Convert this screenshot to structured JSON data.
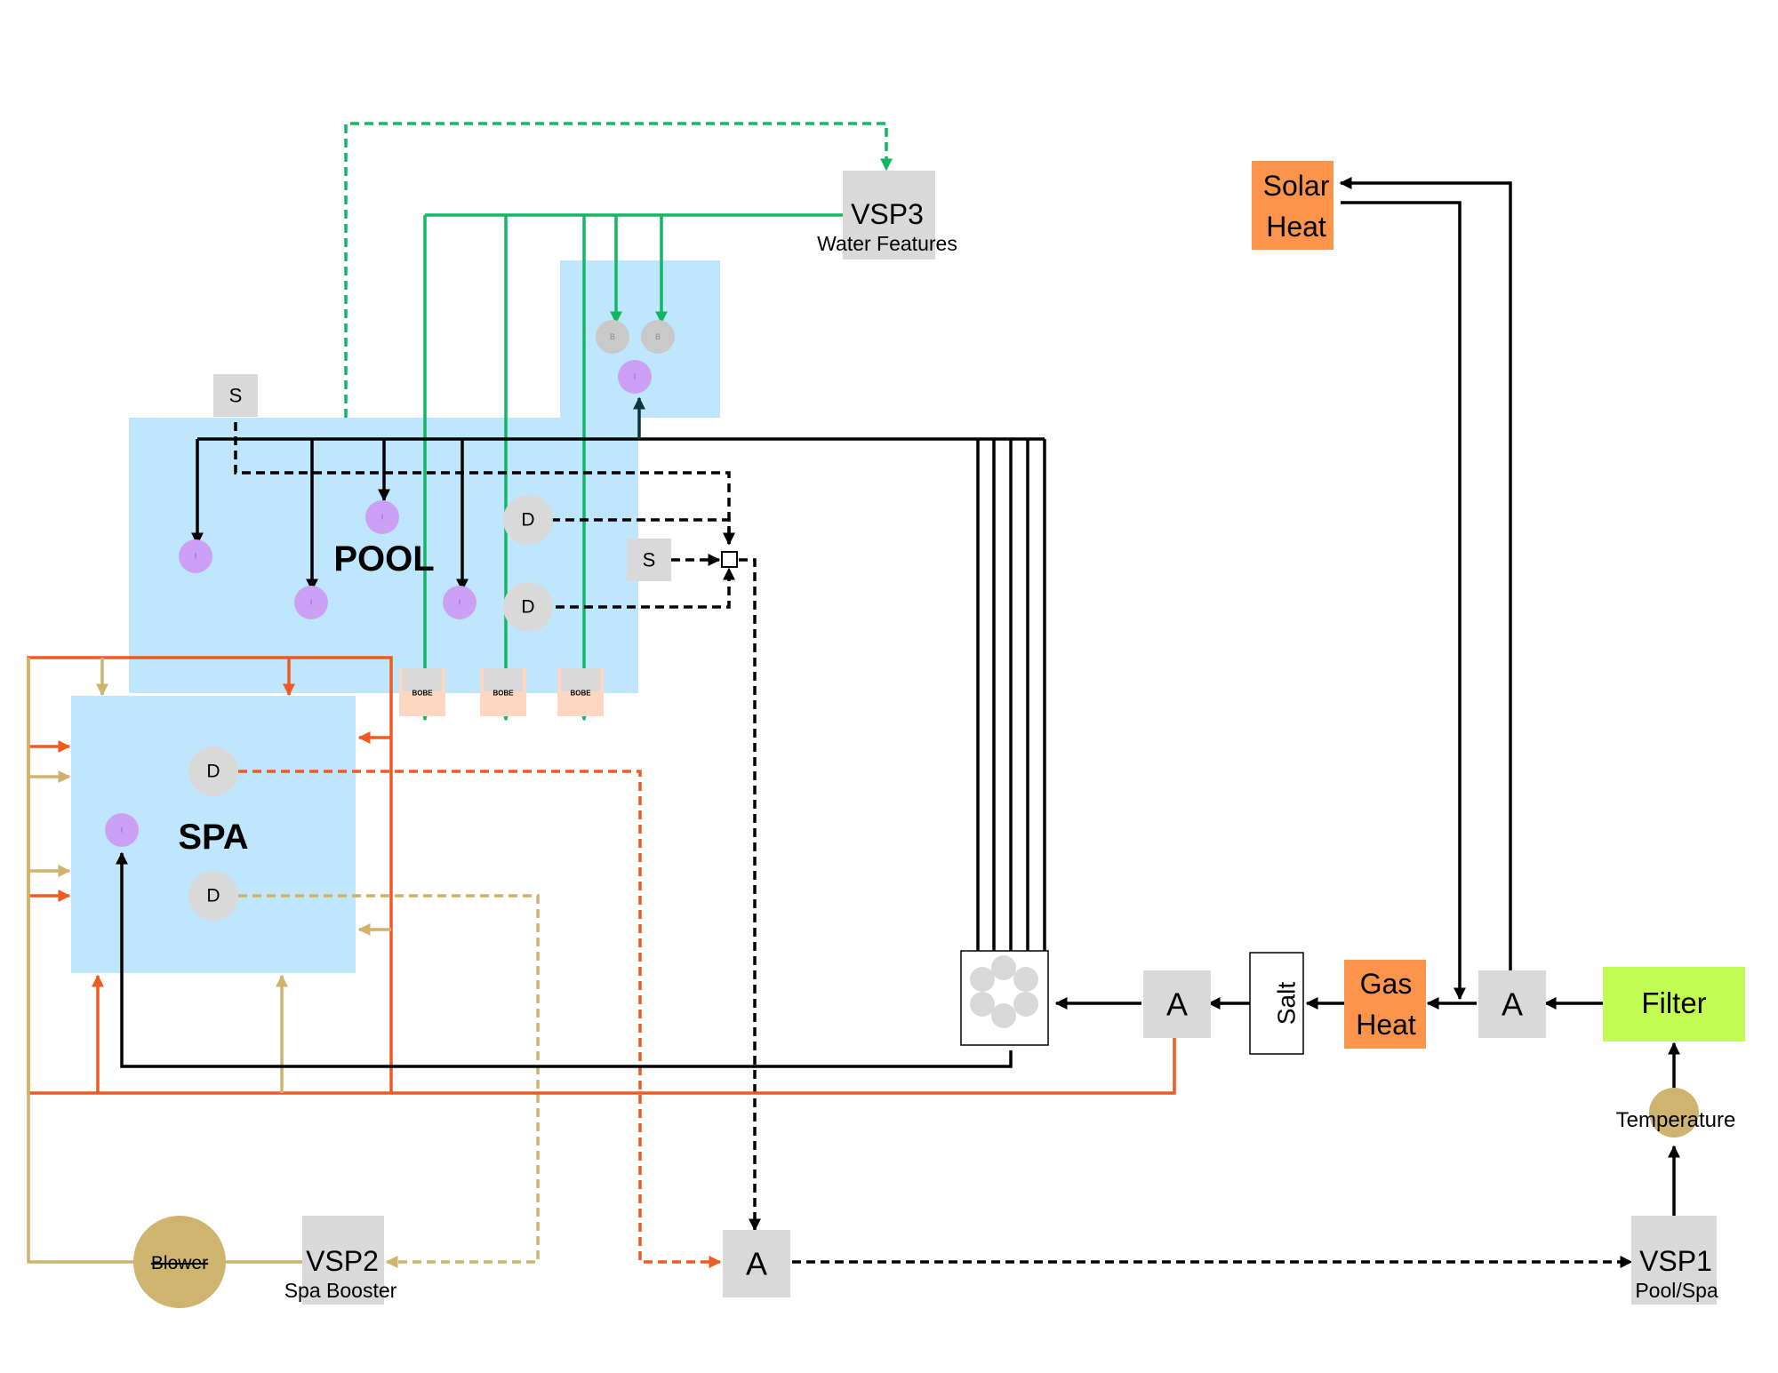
{
  "colors": {
    "water": "#bfe6fd",
    "box": "#d9d9d9",
    "heater": "#fd944c",
    "filter": "#c2fc53",
    "inlet": "#cba0f5",
    "bubbler": "#c9c9c9",
    "jet_pad": "#fdd7c1",
    "blower": "#cfb46f",
    "green": "#12b765",
    "black": "#000000",
    "orange": "#ef5a23",
    "tan": "#d1b26d",
    "teal": "#0f3242"
  },
  "bodies": {
    "pool_label": "POOL",
    "spa_label": "SPA"
  },
  "equipment": {
    "vsp3": {
      "label": "VSP3",
      "caption": "Water Features"
    },
    "vsp2": {
      "label": "VSP2",
      "caption": "Spa Booster"
    },
    "vsp1": {
      "label": "VSP1",
      "caption": "Pool/Spa"
    },
    "solar": {
      "line1": "Solar",
      "line2": "Heat"
    },
    "gas": {
      "line1": "Gas",
      "line2": "Heat"
    },
    "filter": "Filter",
    "salt": "Salt",
    "temperature": "Temperature",
    "blower": "Blower",
    "valve_label": "A",
    "skimmer_label": "S",
    "drain_label": "D",
    "bubbler_label": "B",
    "inlet_label": "I",
    "jet_label": "BOBE"
  }
}
